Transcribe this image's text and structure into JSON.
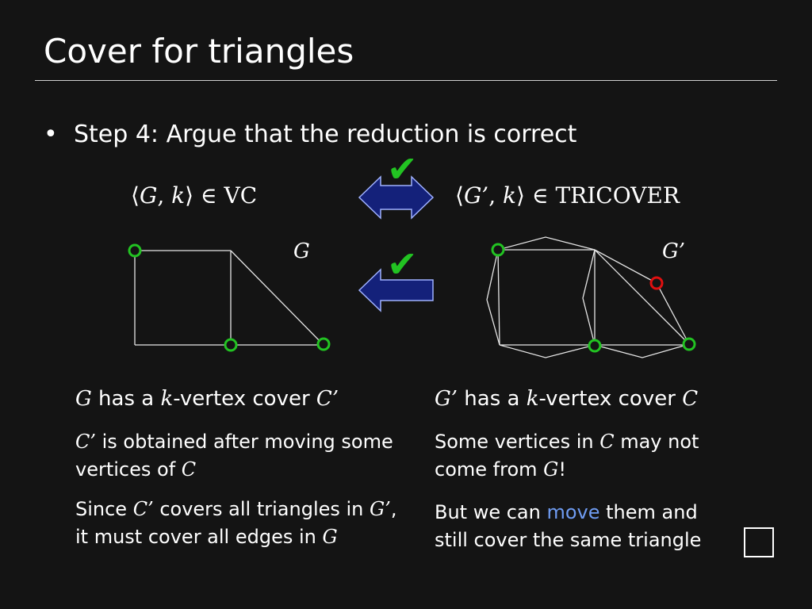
{
  "slide": {
    "title": "Cover for triangles",
    "bullet": "•",
    "step": "Step 4: Argue that the reduction is correct"
  },
  "formula_left": {
    "open": "⟨",
    "g": "G",
    "comma": ", ",
    "k": "k",
    "close": "⟩",
    "rest": " ∈ VC"
  },
  "formula_right": {
    "open": "⟨",
    "g": "G’",
    "comma": ", ",
    "k": "k",
    "close": "⟩",
    "rest": " ∈ TRICOVER"
  },
  "graph_labels": {
    "g": "G",
    "g_prime": "G’"
  },
  "checks": {
    "top": "✔",
    "mid": "✔"
  },
  "left": {
    "head": {
      "g": "G",
      "t1": " has a ",
      "k": "k",
      "t2": "-vertex cover ",
      "c": "C’"
    },
    "p1": {
      "c": "C’",
      "t1": " is obtained after moving some vertices of ",
      "c2": "C"
    },
    "p2": {
      "t1": "Since ",
      "c": "C’",
      "t2": " covers all triangles in ",
      "g": "G’",
      "t3": ", it must cover all edges in ",
      "g2": "G"
    }
  },
  "right": {
    "head": {
      "g": "G’",
      "t1": " has a ",
      "k": "k",
      "t2": "-vertex cover ",
      "c": "C"
    },
    "p1": {
      "t1": "Some vertices in ",
      "c": "C",
      "t2": " may not come from ",
      "g": "G",
      "t3": "!"
    },
    "p2": {
      "t1": "But we can ",
      "move": "move",
      "t2": " them and still cover the same triangle"
    }
  },
  "colors": {
    "background": "#141414",
    "check": "#22c322",
    "arrow_fill": "#14217a",
    "cover_vertex": "#22c322",
    "moved_vertex": "#e01010",
    "accent": "#6f9cf2"
  },
  "icons": [
    "double-arrow-icon",
    "left-arrow-icon",
    "check-icon",
    "qed-box-icon"
  ]
}
